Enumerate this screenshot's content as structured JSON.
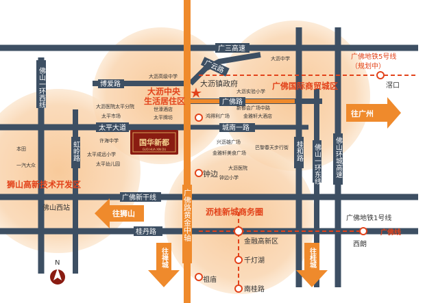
{
  "roads": {
    "guangsan": "广三高速",
    "guangyun": "广云路",
    "boai": "博爱路",
    "guangfo": "广佛路",
    "taiping": "太平大道",
    "chengnan1": "城南一路",
    "guangfoxin": "广佛新干线",
    "guidan": "桂丹路",
    "foshan_ring_west": "佛山一环西线",
    "hongling": "虹岭路",
    "guihe": "桂和路",
    "foshan_ring_east": "佛山一环东线",
    "foshan_ring_road": "佛山环城高速",
    "guangfo_golden": "广佛路黄金中轴"
  },
  "zones": {
    "dali_central": "大沥中央",
    "dali_central_2": "生活居住区",
    "guangfo_trade": "广佛国际商贸城区",
    "shishan": "狮山高新技术开发区",
    "ligui": "沥桂新城商务圈"
  },
  "project": {
    "cn": "国华新都",
    "en": "GUO HUA XIN DU"
  },
  "pois": {
    "dali_gov": "大沥镇政府",
    "zhongbian": "钟边",
    "foshan_west": "佛山西站",
    "benben": "本田",
    "faw": "一汽大众",
    "jinrong": "金融高新区",
    "qiandeng": "千灯湖",
    "zumiao": "祖庙",
    "nangui": "南桂路",
    "xilang": "西朗",
    "kuikou": "滘口",
    "dali_high": "大沥高级中学",
    "dali_middle": "大沥中学",
    "dali_shiyan": "大沥实验小学",
    "dali_hospital": "大沥医院太平分院",
    "taiping_market": "太平市场",
    "shimao": "世濠酒店",
    "taiping_bridge": "太平牌坊",
    "xinpu": "新都会广场中路",
    "honglida": "鸿得利广场",
    "jinxiu": "金雅轩大酒店",
    "xushan": "许海中学",
    "taiping_complete": "太平成远小学",
    "taiping_kinder": "太平幼儿园",
    "xingliang": "兴沥雄广场",
    "jinya_food": "金雅轩美食广场",
    "bali_walk": "巴黎春天步行街",
    "dali_hospital2": "大沥医院",
    "zhongbian_school": "钟边小学"
  },
  "metro": {
    "line5": "广佛地铁5号线",
    "line5_note": "（规划中）",
    "line1": "广佛地铁1号线",
    "guangfo_line": "广佛线"
  },
  "arrows": {
    "to_guangzhou": "往广州",
    "to_shishan": "往狮山",
    "to_chancheng": "往禅城",
    "to_guicheng": "往桂城"
  },
  "compass": "N",
  "colors": {
    "road": "#3d4f63",
    "axis": "#ef8a2c",
    "zone_fill": "#f6c493",
    "zone_label": "#e2421a",
    "metro": "#e2421a",
    "project": "#8a1c12"
  }
}
